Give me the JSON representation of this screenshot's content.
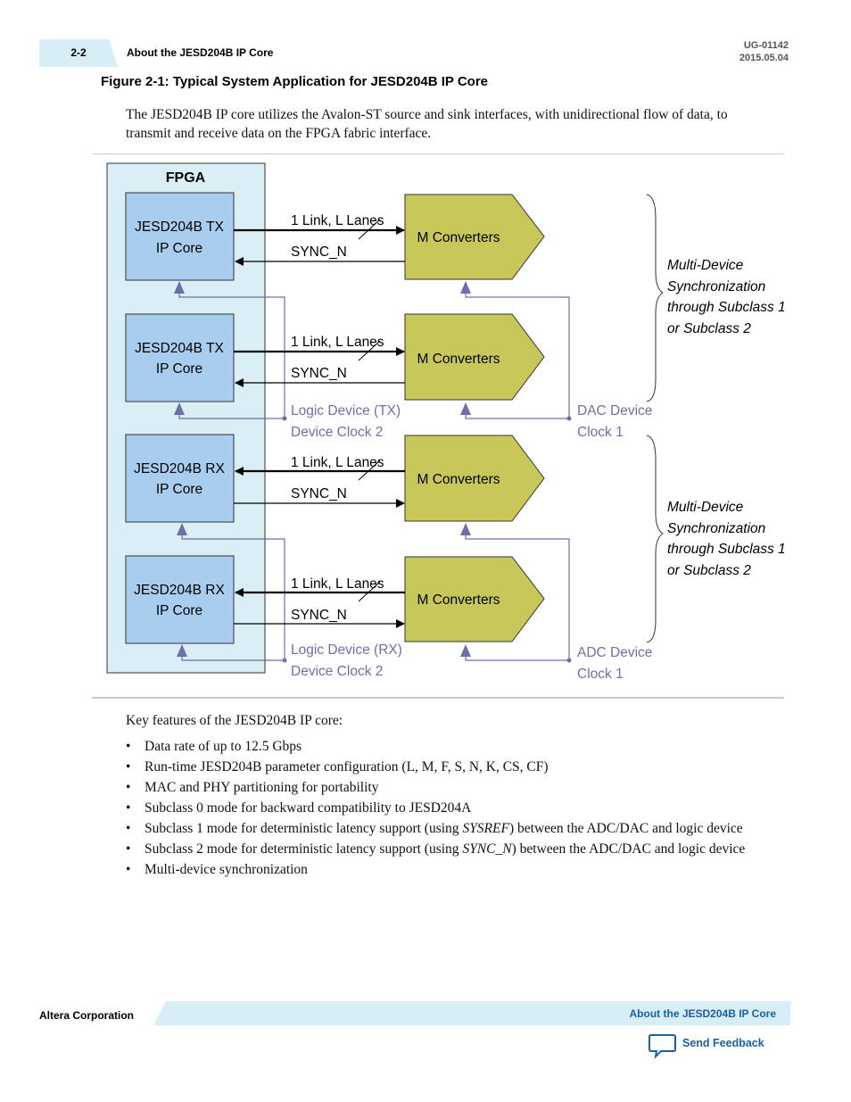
{
  "header": {
    "page_number": "2-2",
    "section_title": "About the JESD204B IP Core",
    "doc_id": "UG-01142",
    "doc_date": "2015.05.04"
  },
  "figure": {
    "title": "Figure 2-1: Typical System Application for JESD204B IP Core"
  },
  "intro_paragraph": "The JESD204B IP core utilizes the Avalon-ST source and sink interfaces, with unidirectional flow of data, to transmit and receive data on the FPGA fabric interface.",
  "diagram": {
    "fpga_label": "FPGA",
    "cores": [
      {
        "line1": "JESD204B TX",
        "line2": "IP Core"
      },
      {
        "line1": "JESD204B TX",
        "line2": "IP Core"
      },
      {
        "line1": "JESD204B RX",
        "line2": "IP Core"
      },
      {
        "line1": "JESD204B RX",
        "line2": "IP Core"
      }
    ],
    "converter_label": "M Converters",
    "link_label": "1 Link, L Lanes",
    "sync_label": "SYNC_N",
    "logic_clock_tx": [
      "Logic Device (TX)",
      "Device Clock 2"
    ],
    "logic_clock_rx": [
      "Logic Device (RX)",
      "Device Clock 2"
    ],
    "dac_clock": [
      "DAC Device",
      "Clock 1"
    ],
    "adc_clock": [
      "ADC Device",
      "Clock 1"
    ],
    "sync_note": [
      "Multi-Device",
      "Synchronization",
      "through Subclass 1",
      "or Subclass 2"
    ],
    "colors": {
      "fpga_fill": "#d9eef5",
      "core_fill": "#a9cdef",
      "converter_fill": "#c7c75a",
      "clock_line": "#6d6fa8"
    }
  },
  "features": {
    "intro": "Key features of the JESD204B IP core:",
    "items": [
      {
        "text": "Data rate of up to 12.5 Gbps"
      },
      {
        "text": "Run-time JESD204B parameter configuration (L, M, F, S, N, K, CS, CF)"
      },
      {
        "text": "MAC and PHY partitioning for portability"
      },
      {
        "text": "Subclass 0 mode for backward compatibility to JESD204A"
      },
      {
        "pre": "Subclass 1 mode for deterministic latency support (using ",
        "em": "SYSREF",
        "post": ") between the ADC/DAC and logic device"
      },
      {
        "pre": "Subclass 2 mode for deterministic latency support (using ",
        "em": "SYNC_N",
        "post": ") between the ADC/DAC and logic device"
      },
      {
        "text": "Multi-device synchronization"
      }
    ]
  },
  "footer": {
    "company": "Altera Corporation",
    "section_link": "About the JESD204B IP Core",
    "feedback_label": "Send Feedback",
    "feedback_icon": "speech-bubble-icon"
  }
}
